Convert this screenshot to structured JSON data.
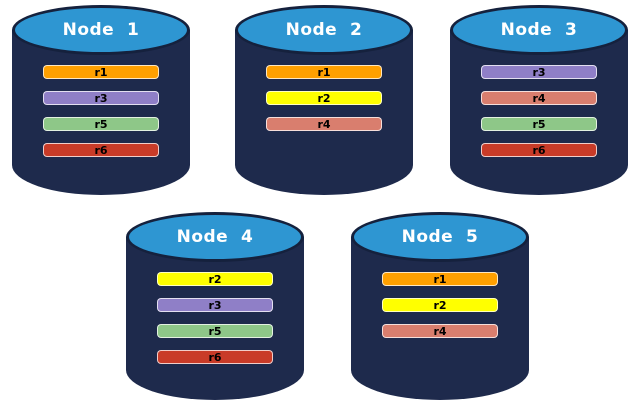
{
  "diagram": {
    "description": "Database nodes with replica placement",
    "colors": {
      "background": "#ffffff",
      "cylinder_body": "#1e2a4c",
      "cylinder_top": "#2e96d2",
      "cylinder_outline": "#15213d",
      "node_label_text": "#ffffff",
      "bar_text": "#000000"
    },
    "replica_colors": {
      "r1": "#ffa000",
      "r2": "#ffff00",
      "r3": "#8f7fc7",
      "r4": "#d97e6e",
      "r5": "#8ec788",
      "r6": "#c93b28"
    },
    "nodes": [
      {
        "label": "Node  1",
        "replicas": [
          "r1",
          "r3",
          "r5",
          "r6"
        ]
      },
      {
        "label": "Node  2",
        "replicas": [
          "r1",
          "r2",
          "r4"
        ]
      },
      {
        "label": "Node  3",
        "replicas": [
          "r3",
          "r4",
          "r5",
          "r6"
        ]
      },
      {
        "label": "Node  4",
        "replicas": [
          "r2",
          "r3",
          "r5",
          "r6"
        ]
      },
      {
        "label": "Node  5",
        "replicas": [
          "r1",
          "r2",
          "r4"
        ]
      }
    ]
  }
}
